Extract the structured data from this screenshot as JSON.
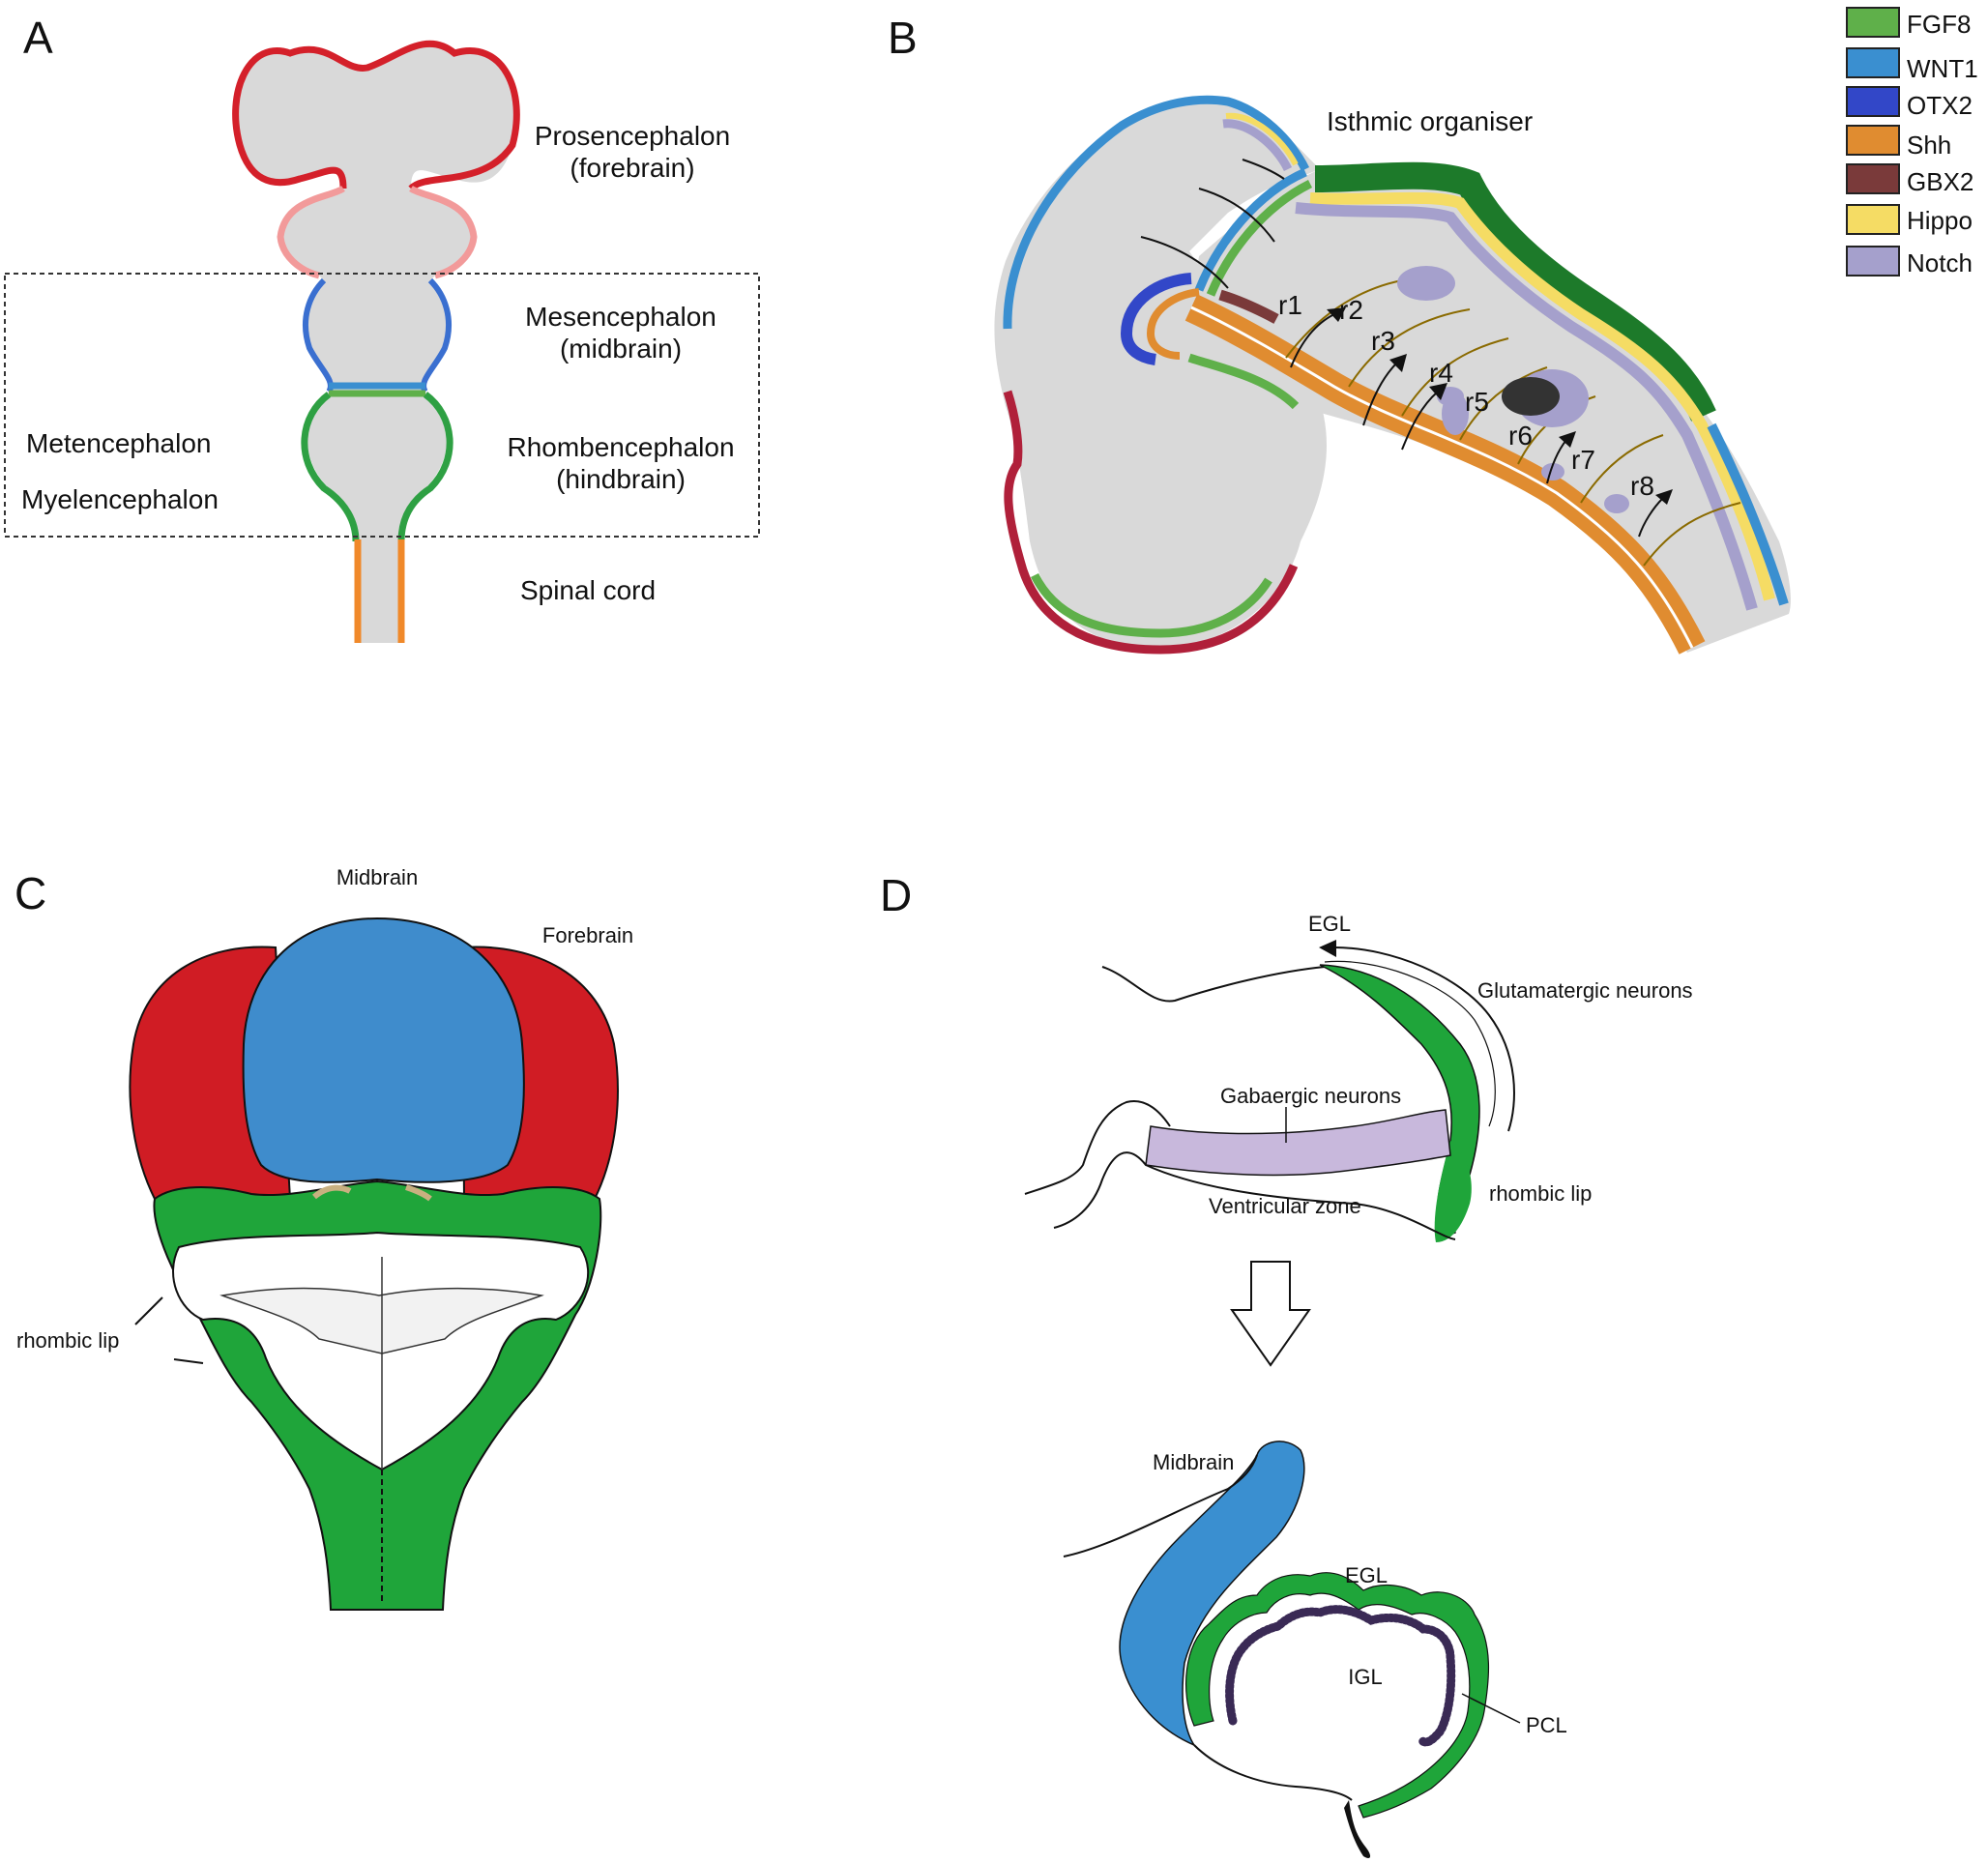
{
  "panels": {
    "a": {
      "letter": "A",
      "labels": {
        "prosencephalon": "Prosencephalon",
        "forebrain": "(forebrain)",
        "mesencephalon": "Mesencephalon",
        "midbrain": "(midbrain)",
        "rhombencephalon": "Rhombencephalon",
        "hindbrain": "(hindbrain)",
        "metencephalon": "Metencephalon",
        "myelencephalon": "Myelencephalon",
        "spinal_cord": "Spinal cord"
      }
    },
    "b": {
      "letter": "B",
      "title": "Isthmic organiser",
      "rhombomeres": [
        "r1",
        "r2",
        "r3",
        "r4",
        "r5",
        "r6",
        "r7",
        "r8"
      ],
      "legend": [
        {
          "label": "FGF8",
          "color": "#5fb04a"
        },
        {
          "label": "WNT1",
          "color": "#3a8fd0"
        },
        {
          "label": "OTX2",
          "color": "#3247c8"
        },
        {
          "label": "Shh",
          "color": "#e08c30"
        },
        {
          "label": "GBX2",
          "color": "#7a3a3a"
        },
        {
          "label": "Hippo",
          "color": "#f5dc64"
        },
        {
          "label": "Notch",
          "color": "#a5a0cc"
        }
      ]
    },
    "c": {
      "letter": "C",
      "labels": {
        "midbrain": "Midbrain",
        "forebrain": "Forebrain",
        "rhombic_lip": "rhombic lip"
      }
    },
    "d": {
      "letter": "D",
      "labels": {
        "egl_top": "EGL",
        "glutamatergic": "Glutamatergic neurons",
        "gabaergic": "Gabaergic neurons",
        "ventricular_zone": "Ventricular zone",
        "rhombic_lip": "rhombic lip",
        "midbrain": "Midbrain",
        "egl_bottom": "EGL",
        "igl": "IGL",
        "pcl": "PCL"
      }
    }
  },
  "colors": {
    "tissue": "#d9d9d9",
    "red": "#d4202a",
    "pink": "#f29a9a",
    "blue": "#3a8fd0",
    "dark_blue": "#3247c8",
    "green": "#2ea043",
    "bright_green": "#1fa53a",
    "light_green": "#5fb04a",
    "dark_green": "#1d7a2a",
    "orange": "#f0892a",
    "shh": "#e08c30",
    "gbx2": "#7a3a3a",
    "hippo": "#f5dc64",
    "notch": "#a5a0cc",
    "maroon": "#b0203a",
    "c_red": "#d01c24",
    "c_blue": "#3f8ccc",
    "lavender": "#c8b8dc"
  }
}
